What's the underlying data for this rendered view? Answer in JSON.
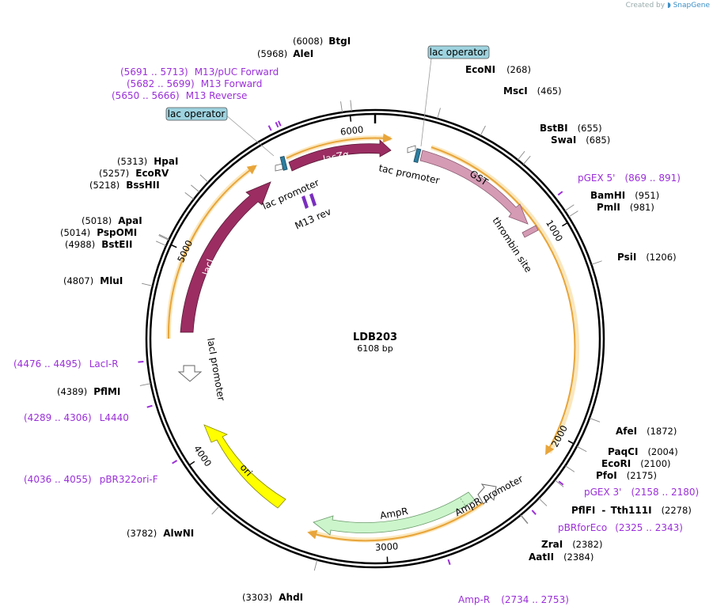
{
  "credit": {
    "prefix": "Created by",
    "brand": "SnapGene"
  },
  "plasmid": {
    "name": "LDB203",
    "size_label": "6108 bp",
    "length": 6108
  },
  "ticks": [
    {
      "pos": 1000,
      "label": "1000"
    },
    {
      "pos": 2000,
      "label": "2000"
    },
    {
      "pos": 3000,
      "label": "3000"
    },
    {
      "pos": 4000,
      "label": "4000"
    },
    {
      "pos": 5000,
      "label": "5000"
    },
    {
      "pos": 6000,
      "label": "6000"
    }
  ],
  "enzymes": [
    {
      "name": "BtgI",
      "pos": "(6008)",
      "site": 6008
    },
    {
      "name": "AleI",
      "pos": "(5968)",
      "site": 5968
    },
    {
      "name": "EcoNI",
      "pos": "(268)",
      "site": 268
    },
    {
      "name": "MscI",
      "pos": "(465)",
      "site": 465
    },
    {
      "name": "BstBI",
      "pos": "(655)",
      "site": 655
    },
    {
      "name": "SwaI",
      "pos": "(685)",
      "site": 685
    },
    {
      "name": "BamHI",
      "pos": "(951)",
      "site": 951
    },
    {
      "name": "PmlI",
      "pos": "(981)",
      "site": 981
    },
    {
      "name": "PsiI",
      "pos": "(1206)",
      "site": 1206
    },
    {
      "name": "AfeI",
      "pos": "(1872)",
      "site": 1872
    },
    {
      "name": "PaqCI",
      "pos": "(2004)",
      "site": 2004
    },
    {
      "name": "EcoRI",
      "pos": "(2100)",
      "site": 2100
    },
    {
      "name": "PfoI",
      "pos": "(2175)",
      "site": 2175
    },
    {
      "name": "PflFI",
      "name2": "Tth111I",
      "pos": "(2278)",
      "site": 2278
    },
    {
      "name": "ZraI",
      "pos": "(2382)",
      "site": 2382
    },
    {
      "name": "AatII",
      "pos": "(2384)",
      "site": 2384
    },
    {
      "name": "AhdI",
      "pos": "(3303)",
      "site": 3303
    },
    {
      "name": "AlwNI",
      "pos": "(3782)",
      "site": 3782
    },
    {
      "name": "PflMI",
      "pos": "(4389)",
      "site": 4389
    },
    {
      "name": "MluI",
      "pos": "(4807)",
      "site": 4807
    },
    {
      "name": "BstEII",
      "pos": "(4988)",
      "site": 4988
    },
    {
      "name": "PspOMI",
      "pos": "(5014)",
      "site": 5014
    },
    {
      "name": "ApaI",
      "pos": "(5018)",
      "site": 5018
    },
    {
      "name": "BssHII",
      "pos": "(5218)",
      "site": 5218
    },
    {
      "name": "EcoRV",
      "pos": "(5257)",
      "site": 5257
    },
    {
      "name": "HpaI",
      "pos": "(5313)",
      "site": 5313
    }
  ],
  "primers": [
    {
      "label": "M13/pUC Forward",
      "range": "(5691 .. 5713)",
      "site": 5702
    },
    {
      "label": "M13 Forward",
      "range": "(5682 .. 5699)",
      "site": 5690
    },
    {
      "label": "M13 Reverse",
      "range": "(5650 .. 5666)",
      "site": 5658
    },
    {
      "label": "pGEX 5'",
      "range": "(869 .. 891)",
      "site": 880
    },
    {
      "label": "pGEX 3'",
      "range": "(2158 .. 2180)",
      "site": 2169
    },
    {
      "label": "pBRforEco",
      "range": "(2325 .. 2343)",
      "site": 2334
    },
    {
      "label": "Amp-R",
      "range": "(2734 .. 2753)",
      "site": 2743
    },
    {
      "label": "pBR322ori-F",
      "range": "(4036 .. 4055)",
      "site": 4045
    },
    {
      "label": "L4440",
      "range": "(4289 .. 4306)",
      "site": 4297
    },
    {
      "label": "LacI-R",
      "range": "(4476 .. 4495)",
      "site": 4485
    }
  ],
  "operators": [
    {
      "label": "lac operator"
    },
    {
      "label": "lac operator"
    }
  ],
  "features": [
    {
      "label": "lacZα",
      "start": 5720,
      "end": 6108,
      "color": "#9b2d62"
    },
    {
      "label": "GST",
      "start": 220,
      "end": 880,
      "color": "#d59bb4"
    },
    {
      "label": "thrombin site",
      "color": "#d59bb4"
    },
    {
      "label": "lacI",
      "start": 4600,
      "end": 5390,
      "color": "#9b2d62"
    },
    {
      "label": "AmpR",
      "start": 2560,
      "end": 3330,
      "color": "#ccf5cc"
    },
    {
      "label": "AmpR promoter",
      "color": "#ffffff"
    },
    {
      "label": "ori",
      "start": 3570,
      "end": 4170,
      "color": "#ffff00"
    },
    {
      "label": "lacI promoter",
      "color": "#ffffff"
    },
    {
      "label": "tac promoter",
      "color": "#ffffff"
    },
    {
      "label": "lac promoter",
      "color": "#ffffff"
    },
    {
      "label": "M13 rev",
      "color": "#7a2ec0"
    }
  ],
  "colors": {
    "backbone": "#000000",
    "orf_arrow": "#e8a53a",
    "orf_glow": "#fbe7bd",
    "primer": "#9b30d9",
    "operator_box": "#9ed3df"
  }
}
